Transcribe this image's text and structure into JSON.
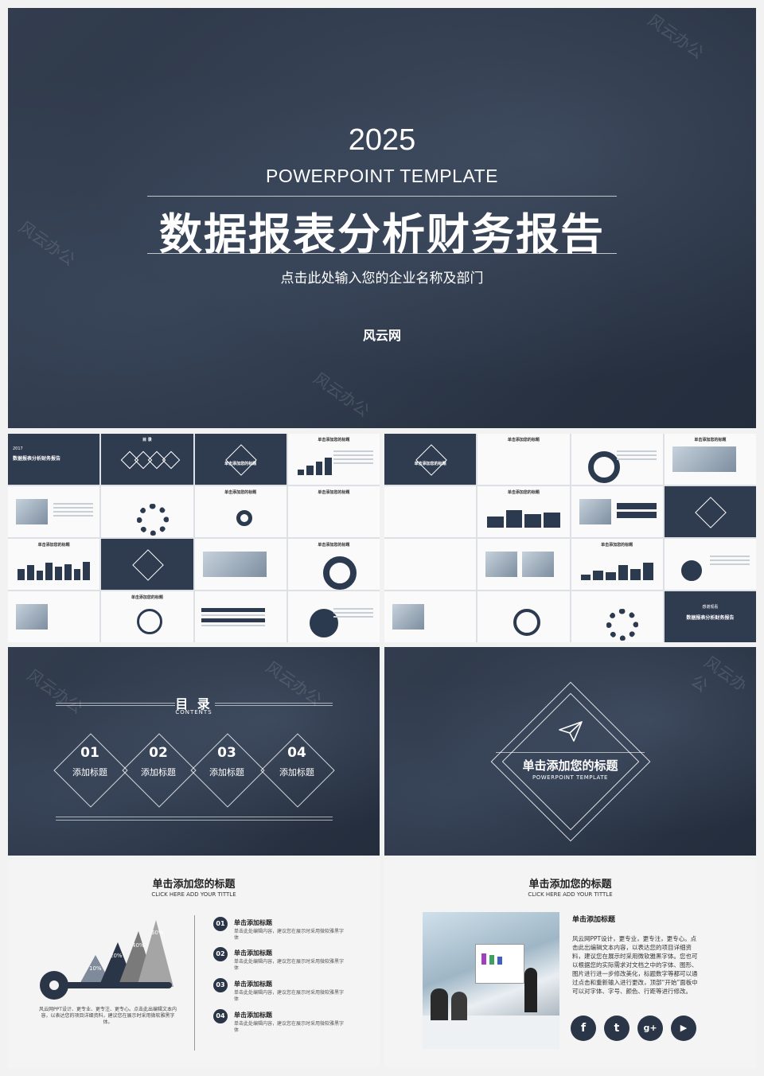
{
  "hero": {
    "year": "2025",
    "subtitle": "POWERPOINT TEMPLATE",
    "title": "数据报表分析财务报告",
    "tagline": "点击此处输入您的企业名称及部门",
    "brand": "风云网",
    "watermark": "风云办公"
  },
  "grid_left": {
    "cover_year": "2017",
    "cover_title": "数据报表分析财务报告",
    "toc_label": "目 录",
    "section_title": "单击添加您的标题",
    "slide_title": "单击添加您的标题"
  },
  "grid_right": {
    "section_title": "单击添加您的标题",
    "slide_title": "单击添加您的标题",
    "end_title": "数据报表分析财务报告",
    "end_pre": "感谢观看"
  },
  "toc": {
    "title": "目 录",
    "subtitle": "CONTENTS",
    "items": [
      {
        "num": "01",
        "label": "添加标题"
      },
      {
        "num": "02",
        "label": "添加标题"
      },
      {
        "num": "03",
        "label": "添加标题"
      },
      {
        "num": "04",
        "label": "添加标题"
      }
    ]
  },
  "section": {
    "title": "单击添加您的标题",
    "subtitle": "POWERPOINT TEMPLATE",
    "icon": "paper-plane-icon"
  },
  "slide5": {
    "title": "单击添加您的标题",
    "subtitle": "CLICK HERE ADD YOUR TITTLE",
    "peaks": [
      "10%",
      "20%",
      "40%",
      "60%"
    ],
    "caption": "风云网PPT设计、更专业、更专注、更专心。点击此出编辑文本内容，以表达您的项目详细资料，建议您在展示时采用微软雅黑字体。",
    "items": [
      {
        "num": "01",
        "title": "单击添加标题",
        "text": "单击此处编辑内容，建议您在展示时采用微软雅黑字体"
      },
      {
        "num": "02",
        "title": "单击添加标题",
        "text": "单击此处编辑内容，建议您在展示时采用微软雅黑字体"
      },
      {
        "num": "03",
        "title": "单击添加标题",
        "text": "单击此处编辑内容，建议您在展示时采用微软雅黑字体"
      },
      {
        "num": "04",
        "title": "单击添加标题",
        "text": "单击此处编辑内容，建议您在展示时采用微软雅黑字体"
      }
    ]
  },
  "slide6": {
    "title": "单击添加您的标题",
    "subtitle": "CLICK HERE ADD YOUR TITTLE",
    "heading": "单击添加标题",
    "body": "风云网PPT设计，更专业，更专注，更专心。点击此出编辑文本内容，以表达您的项目详细资料，建议您在展示时采用微软雅黑字体。您也可以根据您的实际需求对文档之中的字体、图形、图片进行进一步修改美化，标题数字等都可以通过点击和重新输入进行更改，顶部“开始”面板中可以对字体、字号、颜色、行距等进行修改。",
    "social": [
      "f",
      "t",
      "g+",
      "▶"
    ]
  },
  "colors": {
    "navy": "#2a3547",
    "light": "#f4f4f4"
  }
}
